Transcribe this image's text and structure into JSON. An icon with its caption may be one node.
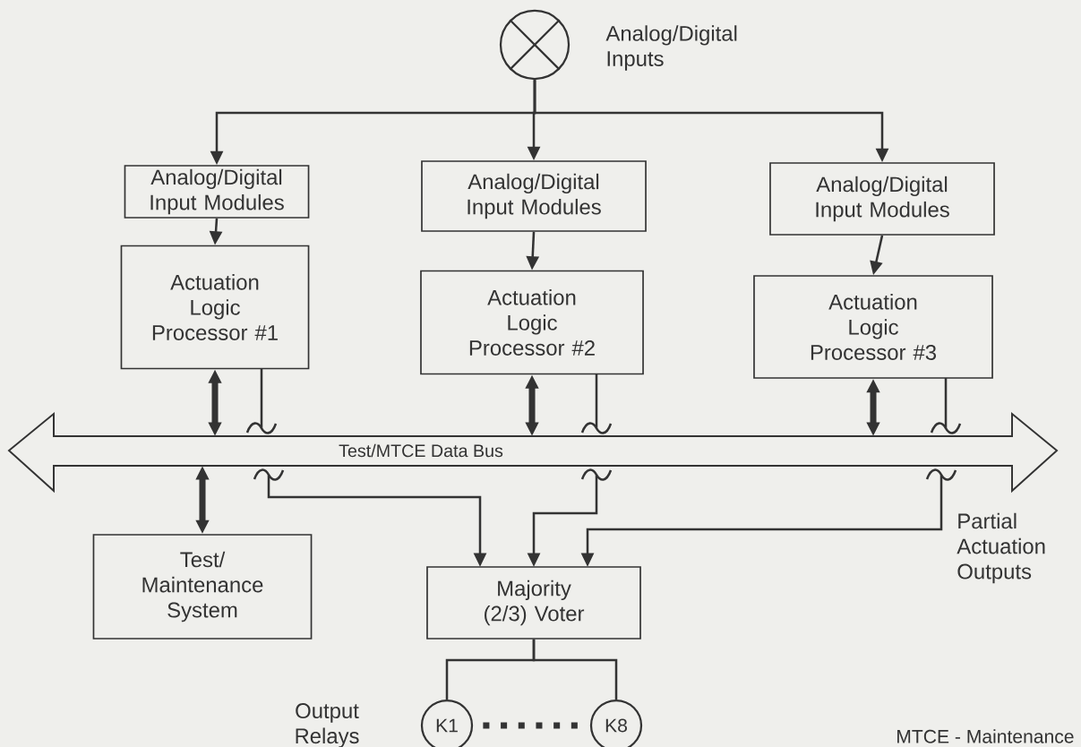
{
  "diagram": {
    "nodes": [
      {
        "text": [],
        "shape": "circle",
        "beside": [
          "Analog/Digital Inputs"
        ]
      },
      {
        "text": [
          "Analog/Digital Input Modules"
        ]
      },
      {
        "text": [
          "Analog/Digital Input Modules"
        ]
      },
      {
        "text": [
          "Analog/Digital Input Modules"
        ]
      },
      {
        "text": [
          "Actuation Logic Processor #1"
        ]
      },
      {
        "text": [
          "Actuation Logic Processor #2"
        ]
      },
      {
        "text": [
          "Actuation Logic Processor #3"
        ]
      },
      {
        "text": [
          "Test/MTCE Data Bus"
        ]
      },
      {
        "text": [
          "Test/ Maintenance System"
        ]
      },
      {
        "text": [
          "Majority (2/3) Voter"
        ]
      },
      {
        "text": [
          "K1"
        ]
      },
      {
        "text": [
          "K8"
        ]
      }
    ],
    "edges": [
      {
        "from": 0,
        "to": 1,
        "arrow": "to"
      },
      {
        "from": 0,
        "to": 2,
        "arrow": "to"
      },
      {
        "from": 0,
        "to": 3,
        "arrow": "to"
      },
      {
        "from": 1,
        "to": 4,
        "arrow": "to"
      },
      {
        "from": 2,
        "to": 5,
        "arrow": "to"
      },
      {
        "from": 3,
        "to": 6,
        "arrow": "to"
      },
      {
        "from": 4,
        "to": 7,
        "arrow": "both",
        "style": "thick"
      },
      {
        "from": 5,
        "to": 7,
        "arrow": "both",
        "style": "thick"
      },
      {
        "from": 6,
        "to": 7,
        "arrow": "both",
        "style": "thick"
      },
      {
        "from": 7,
        "to": 8,
        "arrow": "both",
        "style": "thick"
      },
      {
        "from": 4,
        "to": 7,
        "arrow": "none"
      },
      {
        "from": 5,
        "to": 7,
        "arrow": "none"
      },
      {
        "from": 6,
        "to": 7,
        "arrow": "none"
      },
      {
        "from": 7,
        "to": 9,
        "arrow": "to"
      },
      {
        "from": 7,
        "to": 9,
        "arrow": "to"
      },
      {
        "from": 7,
        "to": 9,
        "arrow": "to"
      },
      {
        "from": 9,
        "to": 10,
        "arrow": "none"
      },
      {
        "from": 9,
        "to": 11,
        "arrow": "none"
      },
      {
        "from": 10,
        "to": 11,
        "arrow": "none",
        "style": "dashed"
      }
    ],
    "labels": [
      "Output Relays",
      "Partial Actuation Outputs",
      "MTCE - Maintenance"
    ]
  }
}
